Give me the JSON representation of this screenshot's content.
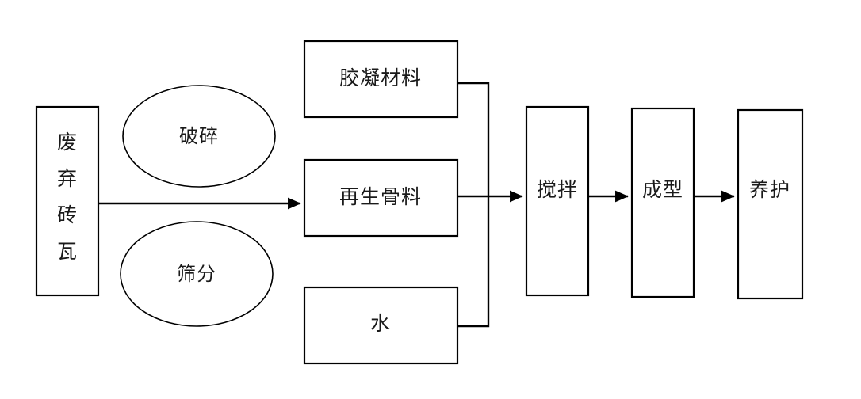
{
  "diagram": {
    "type": "process-flowchart",
    "title": "",
    "background_color": "#ffffff",
    "stroke_color": "#000000",
    "text_color": "#1a1a1a",
    "nodes": {
      "source": {
        "label": "废弃砖瓦",
        "chars": [
          "废",
          "弃",
          "砖",
          "瓦"
        ],
        "shape": "rectangle",
        "orientation": "vertical-text"
      },
      "process_crush": {
        "label": "破碎",
        "shape": "ellipse"
      },
      "process_screen": {
        "label": "筛分",
        "shape": "ellipse"
      },
      "material_binder": {
        "label": "胶凝材料",
        "shape": "rectangle"
      },
      "material_aggregate": {
        "label": "再生骨料",
        "shape": "rectangle"
      },
      "material_water": {
        "label": "水",
        "shape": "rectangle"
      },
      "step_mixing": {
        "label": "搅拌",
        "shape": "rectangle"
      },
      "step_forming": {
        "label": "成型",
        "shape": "rectangle"
      },
      "step_curing": {
        "label": "养护",
        "shape": "rectangle"
      }
    },
    "edges": [
      {
        "from": "废弃砖瓦",
        "to": "再生骨料",
        "arrow": true
      },
      {
        "from": "胶凝材料",
        "to": "搅拌",
        "arrow": false
      },
      {
        "from": "再生骨料",
        "to": "搅拌",
        "arrow": true
      },
      {
        "from": "水",
        "to": "搅拌",
        "arrow": false
      },
      {
        "from": "搅拌",
        "to": "成型",
        "arrow": true
      },
      {
        "from": "成型",
        "to": "养护",
        "arrow": true
      }
    ]
  }
}
